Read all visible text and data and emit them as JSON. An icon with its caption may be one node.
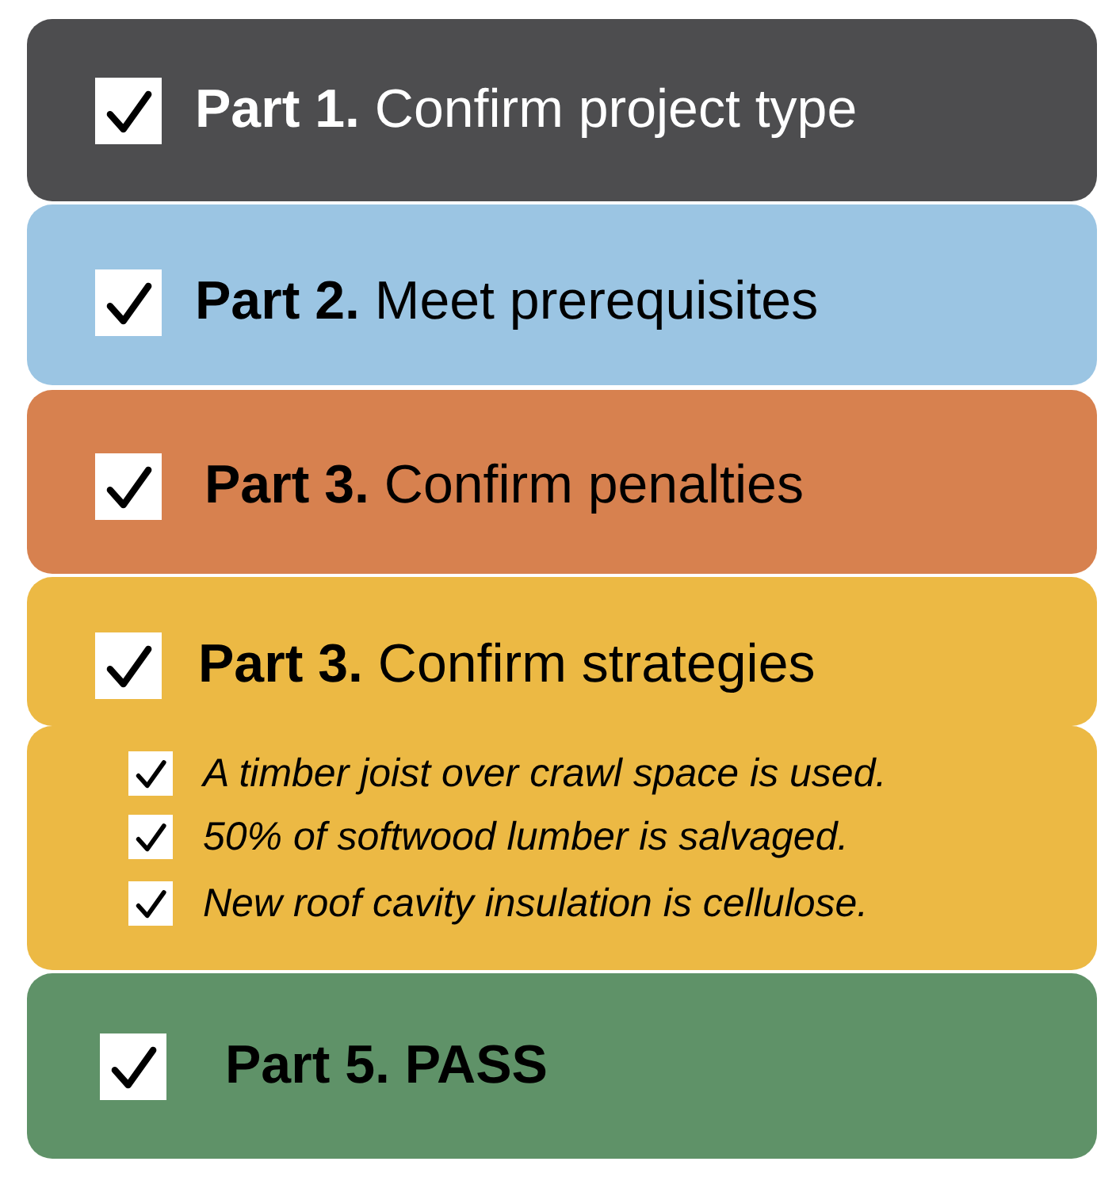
{
  "diagram": {
    "nodes": [
      {
        "text": [
          "**Part 1.** Confirm project type"
        ]
      },
      {
        "text": [
          "**Part 2.** Meet prerequisites"
        ]
      },
      {
        "text": [
          "**Part 3.** Confirm penalties"
        ]
      },
      {
        "text": [
          "**Part 3.** Confirm strategies"
        ]
      },
      {
        "text": [
          "A timber joist over crawl space is used.",
          "50% of softwood lumber is salvaged.",
          "New roof cavity insulation is cellulose."
        ]
      },
      {
        "text": [
          "Part 5. PASS"
        ]
      }
    ]
  }
}
